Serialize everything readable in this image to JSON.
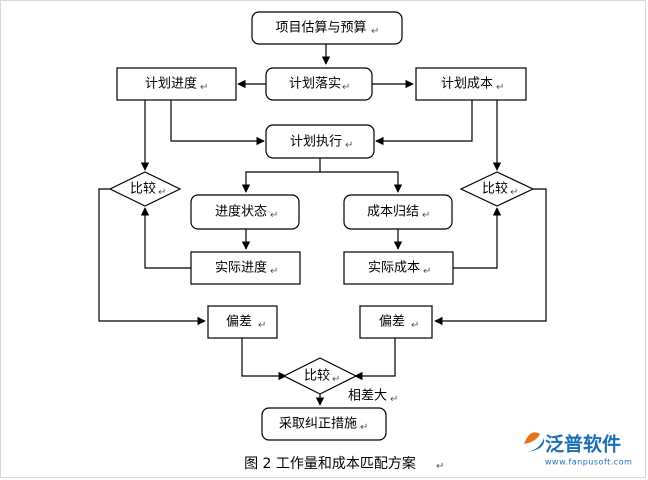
{
  "nodes": {
    "estimate": "项目估算与预算",
    "implement": "计划落实",
    "progress_plan": "计划进度",
    "cost_plan": "计划成本",
    "execute": "计划执行",
    "compare_left": "比较",
    "compare_right": "比较",
    "progress_status": "进度状态",
    "cost_summary": "成本归结",
    "actual_progress": "实际进度",
    "actual_cost": "实际成本",
    "deviation_left": "偏差",
    "deviation_right": "偏差",
    "compare_bottom": "比较",
    "corrective": "采取纠正措施"
  },
  "edge_label": "相差大",
  "paragraph_mark": "↵",
  "caption": "图 2  工作量和成本匹配方案",
  "logo": {
    "name": "泛普软件",
    "url": "www.fanpusoft.com"
  },
  "colors": {
    "line": "#000000",
    "logo": "#1c6fb5"
  }
}
